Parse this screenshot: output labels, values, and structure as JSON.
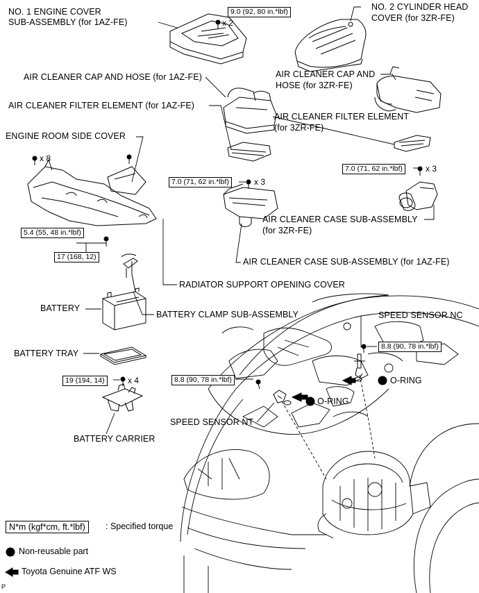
{
  "labels": {
    "no1_engine_cover": "NO. 1 ENGINE COVER",
    "no1_engine_cover_sub": "SUB-ASSEMBLY (for 1AZ-FE)",
    "no2_cyl_head": "NO. 2 CYLINDER HEAD",
    "no2_cyl_head_sub": "COVER (for 3ZR-FE)",
    "air_cap_1az": "AIR CLEANER CAP AND HOSE (for 1AZ-FE)",
    "air_cap_3zr_1": "AIR CLEANER CAP AND",
    "air_cap_3zr_2": "HOSE (for 3ZR-FE)",
    "filter_1az": "AIR CLEANER FILTER ELEMENT (for 1AZ-FE)",
    "filter_3zr_1": "AIR CLEANER FILTER ELEMENT",
    "filter_3zr_2": "(for 3ZR-FE)",
    "engine_room_side_cover": "ENGINE ROOM SIDE COVER",
    "case_3zr_1": "AIR CLEANER CASE SUB-ASSEMBLY",
    "case_3zr_2": "(for 3ZR-FE)",
    "case_1az": "AIR CLEANER CASE SUB-ASSEMBLY (for 1AZ-FE)",
    "radiator_cover": "RADIATOR SUPPORT OPENING COVER",
    "battery": "BATTERY",
    "battery_clamp": "BATTERY CLAMP SUB-ASSEMBLY",
    "battery_tray": "BATTERY TRAY",
    "battery_carrier": "BATTERY CARRIER",
    "speed_sensor_nc": "SPEED SENSOR NC",
    "speed_sensor_nt": "SPEED SENSOR NT",
    "oring_right": "O-RING",
    "oring_left": "O-RING"
  },
  "torques": {
    "t_engine_cover": "9.0 (92, 80 in.*lbf)",
    "t_case_1az": "7.0 (71, 62 in.*lbf)",
    "t_case_3zr": "7.0 (71, 62 in.*lbf)",
    "t_clamp_top": "5.4 (55, 48 in.*lbf)",
    "t_clamp_bottom": "17 (168, 12)",
    "t_carrier": "19 (194, 14)",
    "t_nc": "8.8 (90, 78 in.*lbf)",
    "t_nt": "8.8 (90, 78 in.*lbf)"
  },
  "quantities": {
    "q_engine_cover": "x 2",
    "q_side_cover": "x 8",
    "q_case_1az": "x 3",
    "q_case_3zr": "x 3",
    "q_carrier": "x 4"
  },
  "legend": {
    "torque_box": "N*m (kgf*cm, ft.*lbf)",
    "torque_text": ": Specified torque",
    "nonreusable": "Non-reusable part",
    "atf": "Toyota Genuine ATF WS"
  },
  "footer_code": "P"
}
